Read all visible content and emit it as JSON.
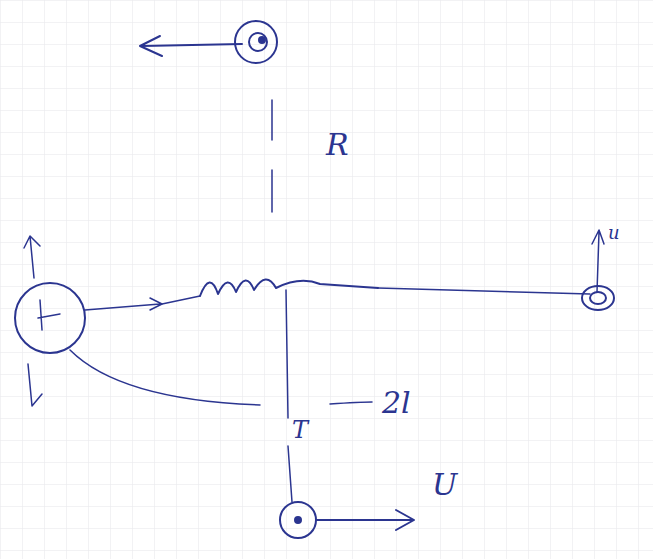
{
  "diagram": {
    "labels": [
      "R",
      "u",
      "T",
      "2l",
      "U"
    ]
  }
}
